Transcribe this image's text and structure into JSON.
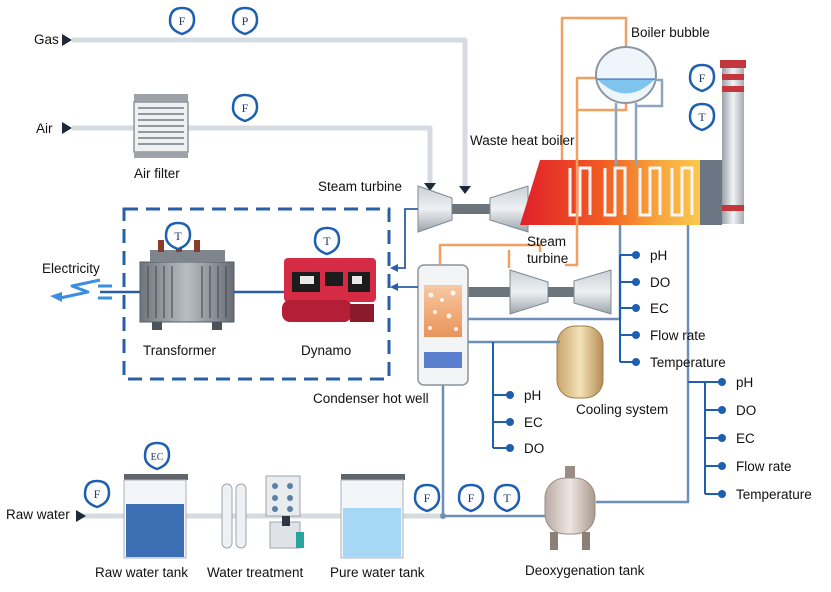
{
  "inputs": {
    "gas": "Gas",
    "air": "Air",
    "raw_water": "Raw water"
  },
  "outputs": {
    "electricity": "Electricity"
  },
  "components": {
    "air_filter": "Air filter",
    "steam_turbine_1": "Steam turbine",
    "waste_heat_boiler": "Waste heat boiler",
    "boiler_bubble": "Boiler bubble",
    "steam_turbine_2": "Steam\nturbine",
    "transformer": "Transformer",
    "dynamo": "Dynamo",
    "condenser_hot_well": "Condenser hot well",
    "cooling_system": "Cooling system",
    "raw_water_tank": "Raw water tank",
    "water_treatment": "Water treatment",
    "pure_water_tank": "Pure water tank",
    "deoxygenation_tank": "Deoxygenation tank"
  },
  "sensor_tags": {
    "flow": "F",
    "pressure": "P",
    "temperature": "T",
    "conductivity": "EC"
  },
  "measurements": {
    "steam_outlet": [
      "pH",
      "DO",
      "EC",
      "Flow rate",
      "Temperature"
    ],
    "feed_water": [
      "pH",
      "DO",
      "EC",
      "Flow rate",
      "Temperature"
    ],
    "condensate": [
      "pH",
      "EC",
      "DO"
    ]
  },
  "colors": {
    "pipe_blue": "#2a5fa8",
    "pipe_grey": "#d8dde3",
    "steam_orange": "#f0a060",
    "sensor_blue": "#1f5fb0",
    "enclosure_dash": "#2a5fa8"
  }
}
